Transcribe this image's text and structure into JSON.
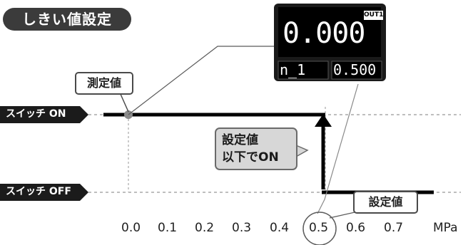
{
  "header": {
    "title": "しきい値設定"
  },
  "labels": {
    "measured_value": "測定値",
    "switch_on": "スイッチ ON",
    "switch_off": "スイッチ OFF",
    "threshold_note_line1": "設定値",
    "threshold_note_line2": "以下でON",
    "setting_value": "設定値"
  },
  "display": {
    "channel": "OUT1",
    "main_value": "0.000",
    "mode": "n_1",
    "sub_value": "0.500"
  },
  "axis": {
    "ticks": [
      "0.0",
      "0.1",
      "0.2",
      "0.3",
      "0.4",
      "0.5",
      "0.6",
      "0.7"
    ],
    "unit": "MPa",
    "highlight": "0.5"
  },
  "colors": {
    "dark": "#1b1b1b",
    "arrow": "#000000",
    "gray": "#8c8c8c",
    "callout_fill": "#d7d7d7"
  }
}
